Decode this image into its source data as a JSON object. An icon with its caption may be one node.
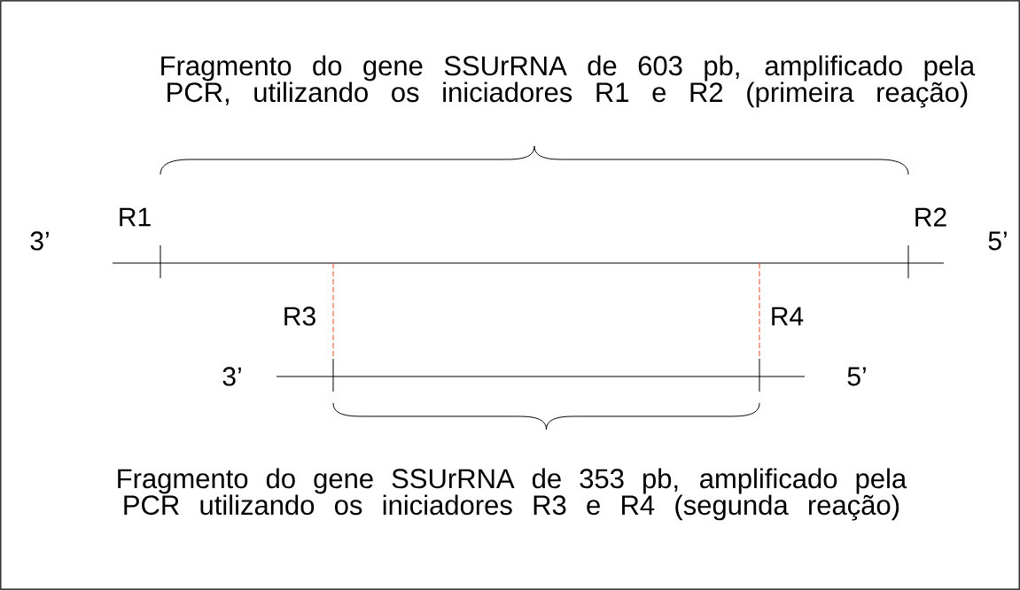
{
  "diagram": {
    "labels": [
      "Fragmento do gene SSUrRNA de 603 pb, amplificado pela PCR, utilizando os iniciadores R1 e R2 (primeira reação)",
      "3’",
      "R1",
      "R2",
      "5’",
      "R3",
      "R4",
      "3’",
      "5’",
      "Fragmento do gene SSUrRNA de 353 pb, amplificado pela PCR utilizando os iniciadores R3 e R4 (segunda reação)"
    ]
  }
}
